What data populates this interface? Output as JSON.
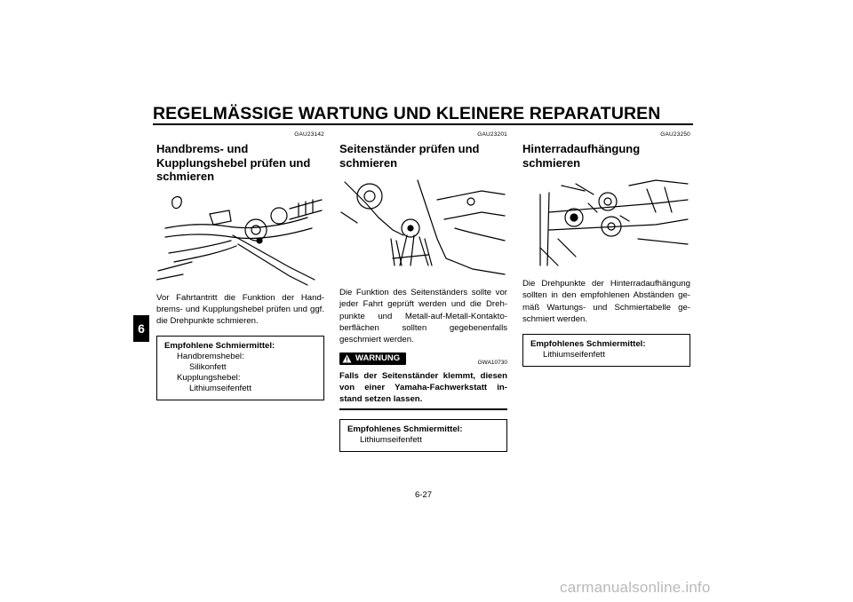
{
  "header": {
    "title": "REGELMÄSSIGE WARTUNG UND KLEINERE REPARATUREN"
  },
  "side_tab": "6",
  "sections": [
    {
      "code": "GAU23142",
      "heading": "Handbrems- und Kupplungshebel prüfen und schmieren",
      "body": "Vor Fahrtantritt die Funktion der Hand-brems- und Kupplungshebel prüfen und ggf. die Drehpunkte schmieren.",
      "lubricant": {
        "title": "Empfohlene Schmiermittel:",
        "lines": [
          "Handbremshebel:",
          "Silikonfett",
          "Kupplungshebel:",
          "Lithiumseifenfett"
        ]
      }
    },
    {
      "code": "GAU23201",
      "heading": "Seitenständer prüfen und schmieren",
      "body": "Die Funktion des Seitenständers sollte vor jeder Fahrt geprüft werden und die Dreh-punkte und Metall-auf-Metall-Kontakto-berflächen sollten gegebenenfalls geschmiert werden.",
      "warning": {
        "label": "WARNUNG",
        "code": "GWA10730",
        "text": "Falls der Seitenständer klemmt, diesen von einer Yamaha-Fachwerkstatt in-stand setzen lassen."
      },
      "lubricant": {
        "title": "Empfohlenes Schmiermittel:",
        "lines": [
          "Lithiumseifenfett"
        ]
      }
    },
    {
      "code": "GAU23250",
      "heading": "Hinterradaufhängung schmieren",
      "body": "Die Drehpunkte der Hinterradaufhängung sollten in den empfohlenen Abständen ge-mäß Wartungs- und Schmiertabelle ge-schmiert werden.",
      "lubricant": {
        "title": "Empfohlenes Schmiermittel:",
        "lines": [
          "Lithiumseifenfett"
        ]
      }
    }
  ],
  "page_number": "6-27",
  "watermark": "carmanualsonline.info"
}
